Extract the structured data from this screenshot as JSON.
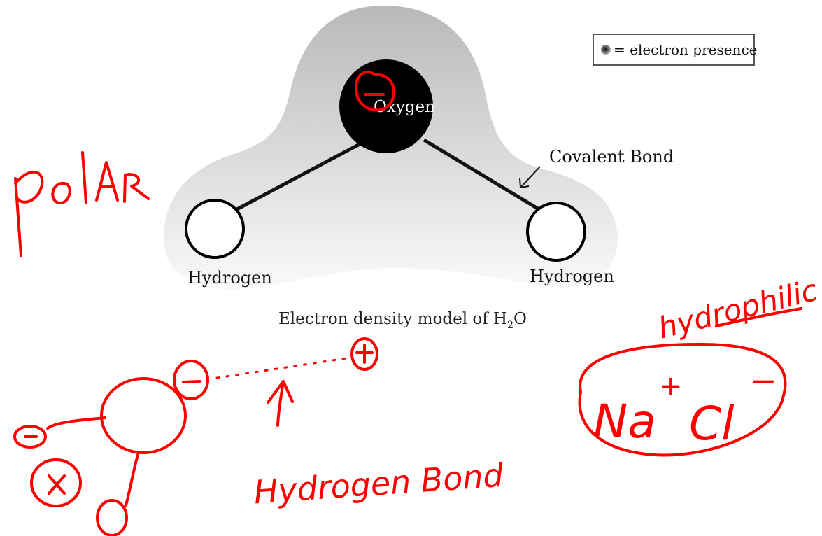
{
  "legend": {
    "swatch_icon": "electron-dot-icon",
    "text": "= electron presence"
  },
  "diagram": {
    "center_atom": "Oxygen",
    "left_atom": "Hydrogen",
    "right_atom": "Hydrogen",
    "bond_label": "Covalent Bond",
    "caption_prefix": "Electron density model of H",
    "caption_subscript": "2",
    "caption_suffix": "O"
  },
  "annotations": {
    "polar": "polAR",
    "hydrophilic": "hydrophilic",
    "na": "Na",
    "cl": "Cl",
    "hydrogen_bond": "Hydrogen Bond",
    "minus": "−",
    "plus": "+",
    "sign_colored": "#ff0000"
  }
}
